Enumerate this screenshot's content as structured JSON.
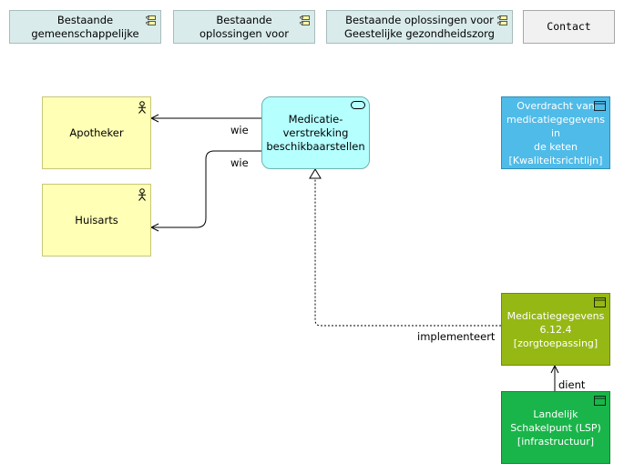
{
  "nav": {
    "btn1": "Bestaande\ngemeenschappelijke",
    "btn2": "Bestaande\noplossingen voor",
    "btn3": "Bestaande oplossingen voor\nGeestelijke gezondheidszorg",
    "contact": "Contact"
  },
  "nodes": {
    "apotheker": "Apotheker",
    "huisarts": "Huisarts",
    "service": "Medicatie-\nverstrekking\nbeschikbaarstellen",
    "requirement": "Overdracht van\nmedicatiegegevens in\nde keten\n[Kwaliteitsrichtlijn]",
    "application": "Medicatiegegevens\n6.12.4\n[zorgtoepassing]",
    "infrastructure": "Landelijk\nSchakelpunt (LSP)\n[infrastructuur]"
  },
  "edges": {
    "wie1": "wie",
    "wie2": "wie",
    "implementeert": "implementeert",
    "dient": "dient"
  },
  "colors": {
    "actor": "#ffffb5",
    "service": "#b5ffff",
    "requirement": "#4fbbe8",
    "application": "#96b814",
    "infrastructure": "#1ab54a",
    "nav": "#d9ebeb"
  },
  "icons": {
    "nav": "component-icon",
    "actor": "actor-icon",
    "service": "service-icon",
    "artifact": "artifact-icon"
  }
}
